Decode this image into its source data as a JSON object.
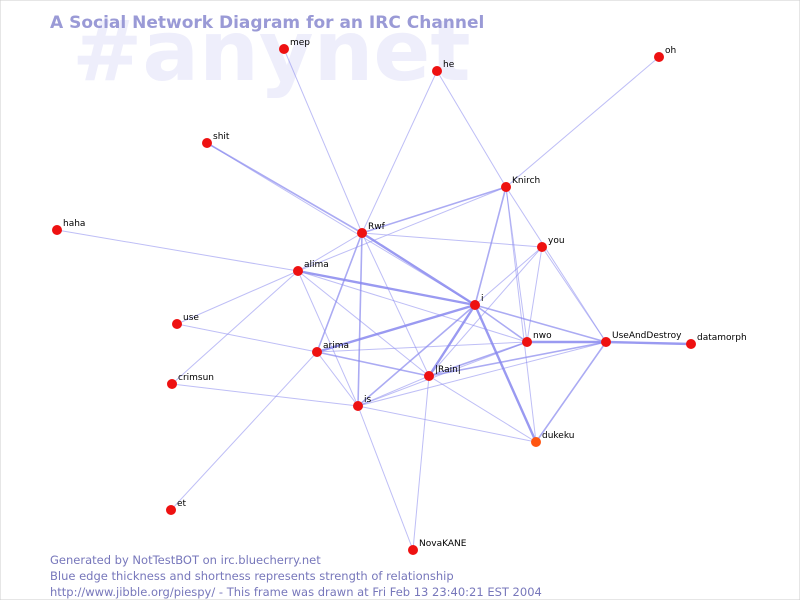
{
  "watermark": "#anynet",
  "title": "A Social Network Diagram for an IRC Channel",
  "footer": {
    "line1": "Generated by NotTestBOT on irc.bluecherry.net",
    "line2": "Blue edge thickness and shortness represents strength of relationship",
    "line3": "http://www.jibble.org/piespy/ - This frame was drawn at Fri Feb 13 23:40:21 EST 2004"
  },
  "colors": {
    "node": "#ee1111",
    "node_alt": "#ff5511",
    "edge": "#8888ee",
    "title": "#9a9ad6",
    "footer": "#7777bb",
    "watermark": "#eeeefb"
  },
  "nodes": [
    {
      "id": "mep",
      "label": "mep"
    },
    {
      "id": "he",
      "label": "he"
    },
    {
      "id": "oh",
      "label": "oh"
    },
    {
      "id": "shit",
      "label": "shit"
    },
    {
      "id": "Knirch",
      "label": "Knirch"
    },
    {
      "id": "haha",
      "label": "haha"
    },
    {
      "id": "Rwf",
      "label": "Rwf"
    },
    {
      "id": "you",
      "label": "you"
    },
    {
      "id": "alima",
      "label": "alima"
    },
    {
      "id": "i",
      "label": "i"
    },
    {
      "id": "use",
      "label": "use"
    },
    {
      "id": "nwo",
      "label": "nwo"
    },
    {
      "id": "UseAndDestroy",
      "label": "UseAndDestroy"
    },
    {
      "id": "datamorph",
      "label": "datamorph"
    },
    {
      "id": "arima",
      "label": "arima"
    },
    {
      "id": "Rain",
      "label": "|Rain|"
    },
    {
      "id": "crimsun",
      "label": "crimsun"
    },
    {
      "id": "is",
      "label": "is"
    },
    {
      "id": "dukeku",
      "label": "dukeku",
      "highlight": true
    },
    {
      "id": "et",
      "label": "et"
    },
    {
      "id": "NovaKANE",
      "label": "NovaKANE"
    }
  ],
  "edges": [
    {
      "source": "mep",
      "target": "Rwf",
      "weight": 1
    },
    {
      "source": "he",
      "target": "Rwf",
      "weight": 1
    },
    {
      "source": "he",
      "target": "Knirch",
      "weight": 1
    },
    {
      "source": "oh",
      "target": "Knirch",
      "weight": 1
    },
    {
      "source": "shit",
      "target": "Rwf",
      "weight": 2
    },
    {
      "source": "shit",
      "target": "i",
      "weight": 1
    },
    {
      "source": "haha",
      "target": "alima",
      "weight": 1
    },
    {
      "source": "Knirch",
      "target": "Rwf",
      "weight": 2
    },
    {
      "source": "Knirch",
      "target": "alima",
      "weight": 1
    },
    {
      "source": "Knirch",
      "target": "i",
      "weight": 2
    },
    {
      "source": "Knirch",
      "target": "nwo",
      "weight": 1
    },
    {
      "source": "Knirch",
      "target": "UseAndDestroy",
      "weight": 1
    },
    {
      "source": "Knirch",
      "target": "dukeku",
      "weight": 1
    },
    {
      "source": "Rwf",
      "target": "you",
      "weight": 1
    },
    {
      "source": "Rwf",
      "target": "i",
      "weight": 3
    },
    {
      "source": "Rwf",
      "target": "arima",
      "weight": 2
    },
    {
      "source": "Rwf",
      "target": "is",
      "weight": 2
    },
    {
      "source": "Rwf",
      "target": "alima",
      "weight": 1
    },
    {
      "source": "Rwf",
      "target": "Rain",
      "weight": 1
    },
    {
      "source": "you",
      "target": "i",
      "weight": 1
    },
    {
      "source": "you",
      "target": "nwo",
      "weight": 1
    },
    {
      "source": "you",
      "target": "UseAndDestroy",
      "weight": 1
    },
    {
      "source": "you",
      "target": "Rain",
      "weight": 1
    },
    {
      "source": "alima",
      "target": "i",
      "weight": 3
    },
    {
      "source": "alima",
      "target": "use",
      "weight": 1
    },
    {
      "source": "alima",
      "target": "crimsun",
      "weight": 1
    },
    {
      "source": "alima",
      "target": "is",
      "weight": 1
    },
    {
      "source": "alima",
      "target": "Rain",
      "weight": 1
    },
    {
      "source": "alima",
      "target": "nwo",
      "weight": 1
    },
    {
      "source": "i",
      "target": "arima",
      "weight": 3
    },
    {
      "source": "i",
      "target": "Rain",
      "weight": 3
    },
    {
      "source": "i",
      "target": "nwo",
      "weight": 2
    },
    {
      "source": "i",
      "target": "UseAndDestroy",
      "weight": 2
    },
    {
      "source": "i",
      "target": "dukeku",
      "weight": 3
    },
    {
      "source": "i",
      "target": "is",
      "weight": 2
    },
    {
      "source": "nwo",
      "target": "UseAndDestroy",
      "weight": 3
    },
    {
      "source": "nwo",
      "target": "Rain",
      "weight": 2
    },
    {
      "source": "nwo",
      "target": "arima",
      "weight": 1
    },
    {
      "source": "nwo",
      "target": "is",
      "weight": 1
    },
    {
      "source": "UseAndDestroy",
      "target": "datamorph",
      "weight": 3
    },
    {
      "source": "UseAndDestroy",
      "target": "Rain",
      "weight": 2
    },
    {
      "source": "UseAndDestroy",
      "target": "dukeku",
      "weight": 2
    },
    {
      "source": "UseAndDestroy",
      "target": "is",
      "weight": 1
    },
    {
      "source": "arima",
      "target": "Rain",
      "weight": 2
    },
    {
      "source": "arima",
      "target": "use",
      "weight": 1
    },
    {
      "source": "arima",
      "target": "is",
      "weight": 1
    },
    {
      "source": "arima",
      "target": "et",
      "weight": 1
    },
    {
      "source": "Rain",
      "target": "NovaKANE",
      "weight": 1
    },
    {
      "source": "Rain",
      "target": "dukeku",
      "weight": 1
    },
    {
      "source": "Rain",
      "target": "is",
      "weight": 1
    },
    {
      "source": "crimsun",
      "target": "is",
      "weight": 1
    },
    {
      "source": "is",
      "target": "dukeku",
      "weight": 1
    },
    {
      "source": "is",
      "target": "NovaKANE",
      "weight": 1
    }
  ]
}
